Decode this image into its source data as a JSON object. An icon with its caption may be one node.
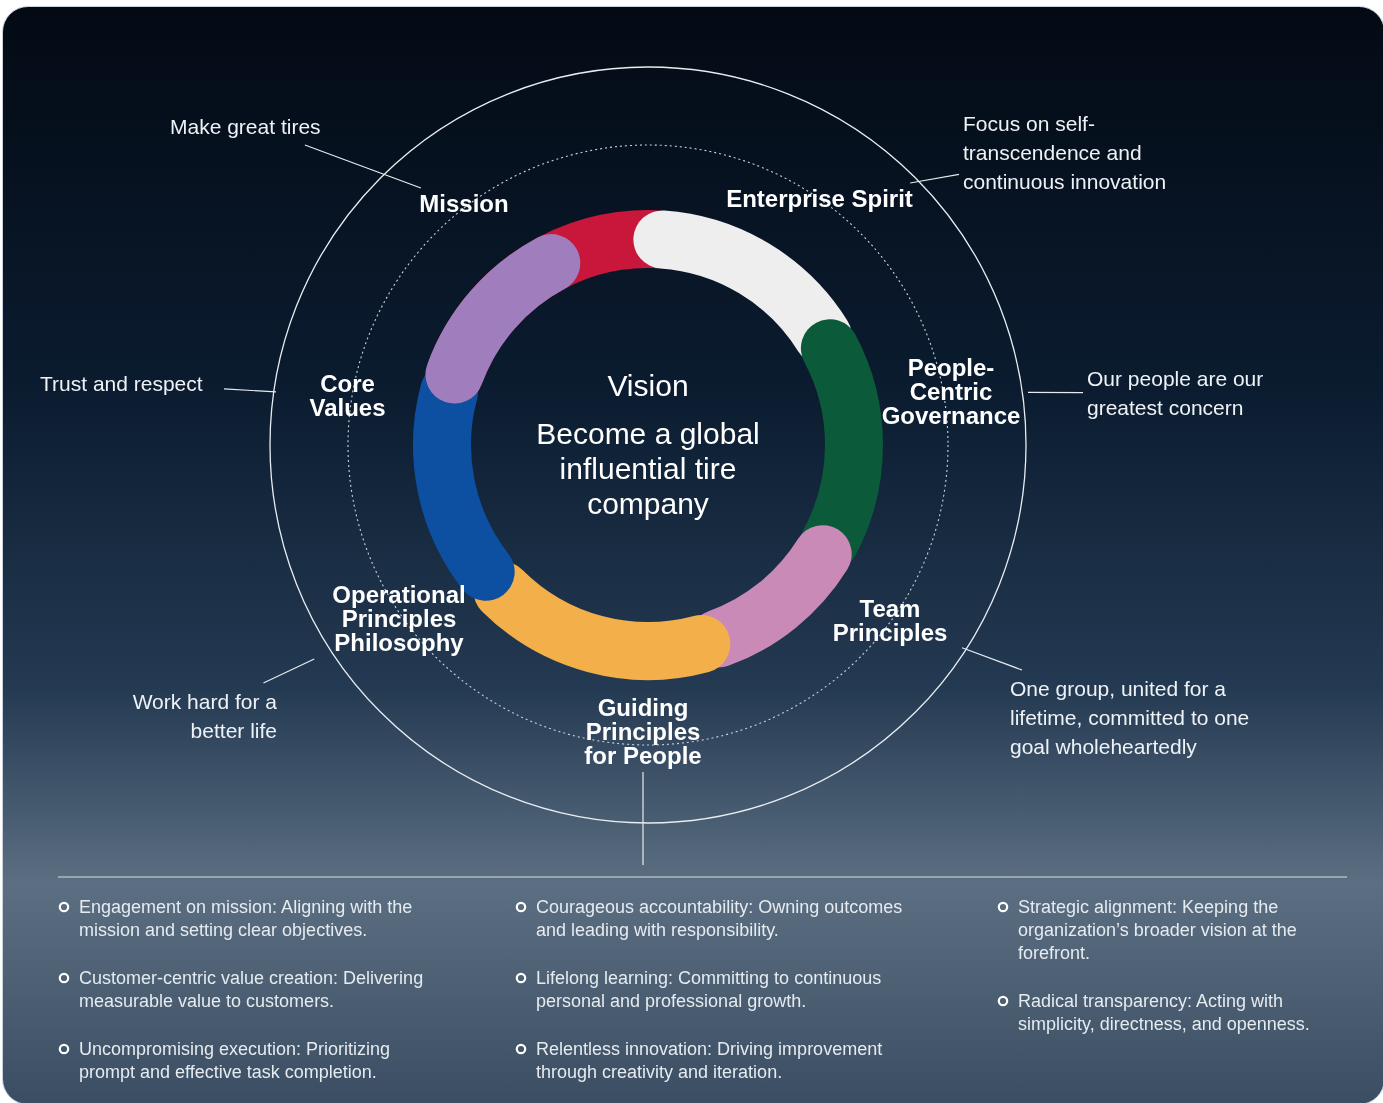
{
  "diagram": {
    "nodes": [
      {
        "text": [
          "Vision",
          "Become a global influential tire company"
        ]
      },
      {
        "text": [
          "Mission"
        ]
      },
      {
        "text": [
          "Enterprise Spirit"
        ]
      },
      {
        "text": [
          "People-Centric Governance"
        ]
      },
      {
        "text": [
          "Core Values"
        ]
      },
      {
        "text": [
          "Operational Principles Philosophy"
        ]
      },
      {
        "text": [
          "Guiding Principles for People"
        ]
      },
      {
        "text": [
          "Team Principles"
        ]
      },
      {
        "text": [
          "Make great tires"
        ]
      },
      {
        "text": [
          "Focus on self-transcendence and continuous innovation"
        ]
      },
      {
        "text": [
          "Trust and respect"
        ]
      },
      {
        "text": [
          "Our people are our greatest concern"
        ]
      },
      {
        "text": [
          "Work hard for a better life"
        ]
      },
      {
        "text": [
          "One group, united for a lifetime, committed to one goal wholeheartedly"
        ]
      }
    ],
    "edges": [
      {
        "from": 1,
        "to": 8,
        "arrow": "none"
      },
      {
        "from": 2,
        "to": 9,
        "arrow": "none"
      },
      {
        "from": 4,
        "to": 10,
        "arrow": "none"
      },
      {
        "from": 3,
        "to": 11,
        "arrow": "none"
      },
      {
        "from": 5,
        "to": 12,
        "arrow": "none"
      },
      {
        "from": 7,
        "to": 13,
        "arrow": "none"
      },
      {
        "from": 6,
        "to": null,
        "arrow": "none"
      }
    ],
    "labels": [
      "Engagement on mission: Aligning with the mission and setting clear objectives.",
      "Customer-centric value creation: Delivering measurable value to customers.",
      "Uncompromising execution: Prioritizing prompt and effective task completion.",
      "Courageous accountability: Owning outcomes and leading with responsibility.",
      "Lifelong learning: Committing to continuous personal and professional growth.",
      "Relentless innovation: Driving improvement through creativity and iteration.",
      "Strategic alignment: Keeping the organization’s broader vision at the forefront.",
      "Radical transparency: Acting with simplicity, directness, and openness."
    ]
  }
}
